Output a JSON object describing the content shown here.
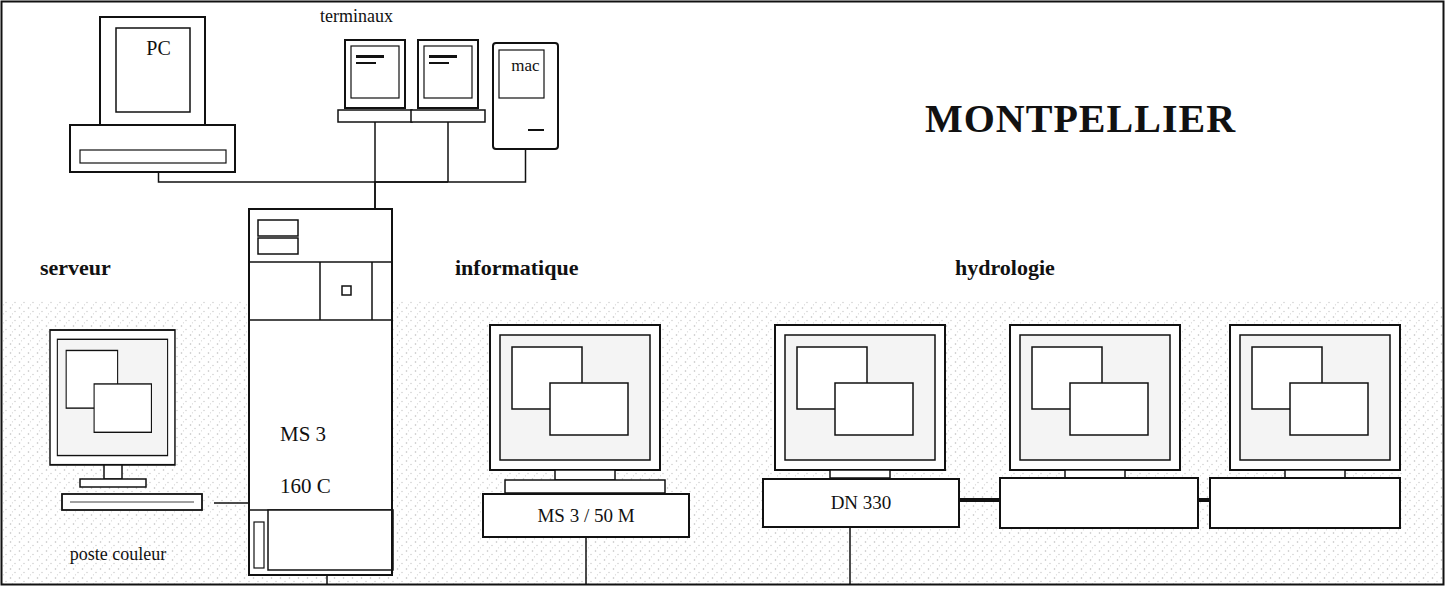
{
  "diagram": {
    "title": "MONTPELLIER",
    "nodes": [
      {
        "text": [
          "PC"
        ]
      },
      {
        "text": [
          "mac"
        ]
      },
      {
        "text": [
          "MS 3",
          "160 C"
        ]
      },
      {
        "text": [
          "poste couleur"
        ]
      },
      {
        "text": [
          "MS 3 / 50 M"
        ]
      },
      {
        "text": [
          "DN 330"
        ]
      }
    ],
    "edges": [
      {
        "from": 0,
        "to": 2,
        "arrow": "none"
      },
      {
        "from": 1,
        "to": 2,
        "arrow": "none"
      },
      {
        "from": 3,
        "to": 2,
        "arrow": "none"
      }
    ],
    "labels": [
      "terminaux",
      "serveur",
      "informatique",
      "hydrologie"
    ]
  }
}
